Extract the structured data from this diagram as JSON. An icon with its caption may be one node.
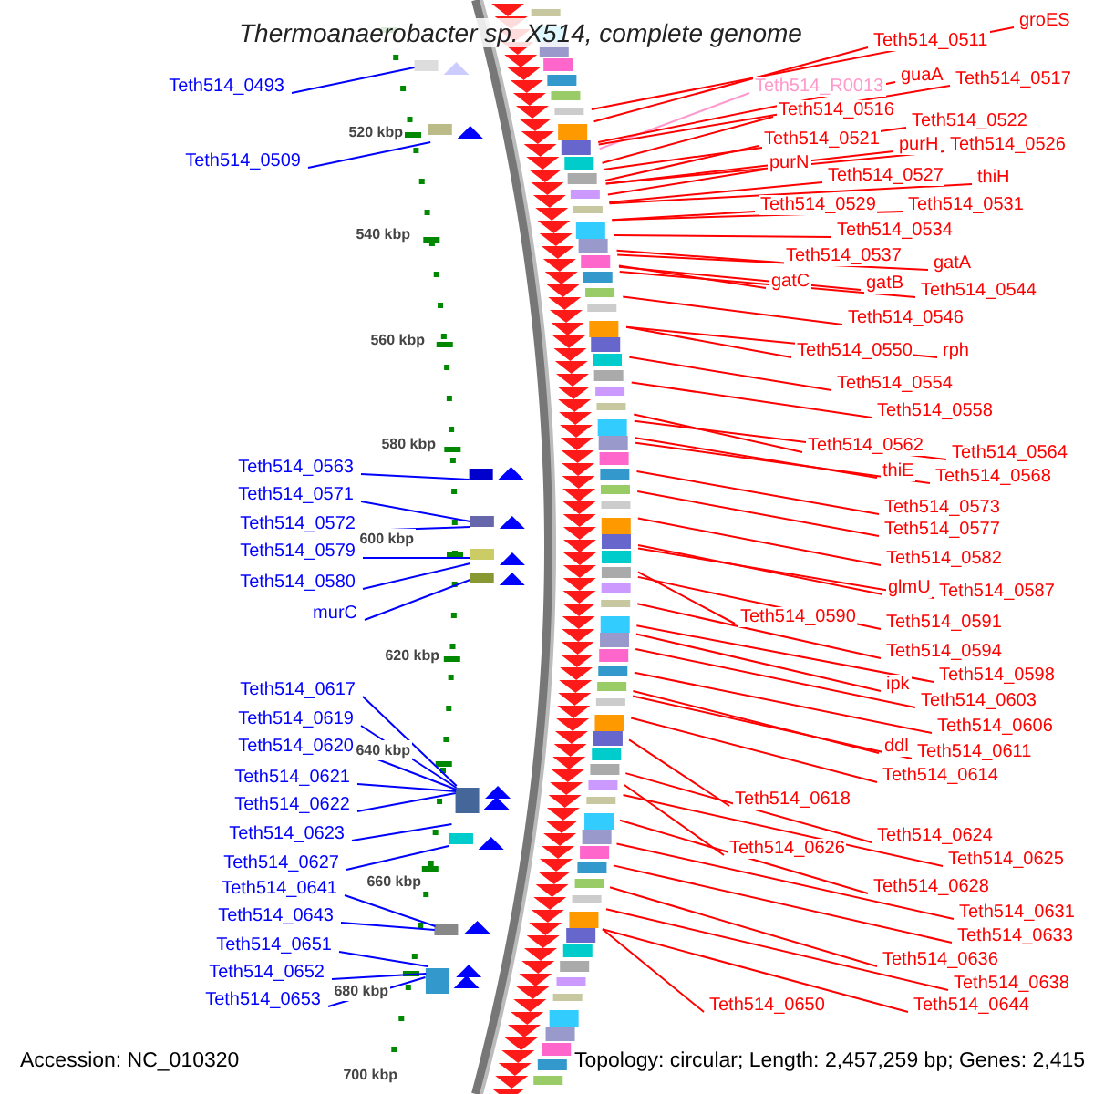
{
  "diagram": {
    "title": "Thermoanaerobacter sp. X514, complete genome",
    "nodes": [
      {
        "text": [
          "Teth514_0493"
        ]
      },
      {
        "text": [
          "Teth514_0509"
        ]
      },
      {
        "text": [
          "Teth514_0563"
        ]
      },
      {
        "text": [
          "Teth514_0571"
        ]
      },
      {
        "text": [
          "Teth514_0572"
        ]
      },
      {
        "text": [
          "Teth514_0579"
        ]
      },
      {
        "text": [
          "Teth514_0580"
        ]
      },
      {
        "text": [
          "murC"
        ]
      },
      {
        "text": [
          "Teth514_0617"
        ]
      },
      {
        "text": [
          "Teth514_0619"
        ]
      },
      {
        "text": [
          "Teth514_0620"
        ]
      },
      {
        "text": [
          "Teth514_0621"
        ]
      },
      {
        "text": [
          "Teth514_0622"
        ]
      },
      {
        "text": [
          "Teth514_0623"
        ]
      },
      {
        "text": [
          "Teth514_0627"
        ]
      },
      {
        "text": [
          "Teth514_0641"
        ]
      },
      {
        "text": [
          "Teth514_0643"
        ]
      },
      {
        "text": [
          "Teth514_0651"
        ]
      },
      {
        "text": [
          "Teth514_0652"
        ]
      },
      {
        "text": [
          "Teth514_0653"
        ]
      },
      {
        "text": [
          "groES"
        ]
      },
      {
        "text": [
          "Teth514_0511"
        ]
      },
      {
        "text": [
          "Teth514_R0013"
        ]
      },
      {
        "text": [
          "guaA"
        ]
      },
      {
        "text": [
          "Teth514_0517"
        ]
      },
      {
        "text": [
          "Teth514_0516"
        ]
      },
      {
        "text": [
          "Teth514_0522"
        ]
      },
      {
        "text": [
          "Teth514_0521"
        ]
      },
      {
        "text": [
          "purH"
        ]
      },
      {
        "text": [
          "Teth514_0526"
        ]
      },
      {
        "text": [
          "purN"
        ]
      },
      {
        "text": [
          "Teth514_0527"
        ]
      },
      {
        "text": [
          "thiH"
        ]
      },
      {
        "text": [
          "Teth514_0529"
        ]
      },
      {
        "text": [
          "Teth514_0531"
        ]
      },
      {
        "text": [
          "Teth514_0534"
        ]
      },
      {
        "text": [
          "Teth514_0537"
        ]
      },
      {
        "text": [
          "gatA"
        ]
      },
      {
        "text": [
          "gatC"
        ]
      },
      {
        "text": [
          "gatB"
        ]
      },
      {
        "text": [
          "Teth514_0544"
        ]
      },
      {
        "text": [
          "Teth514_0546"
        ]
      },
      {
        "text": [
          "Teth514_0550"
        ]
      },
      {
        "text": [
          "rph"
        ]
      },
      {
        "text": [
          "Teth514_0554"
        ]
      },
      {
        "text": [
          "Teth514_0558"
        ]
      },
      {
        "text": [
          "Teth514_0562"
        ]
      },
      {
        "text": [
          "Teth514_0564"
        ]
      },
      {
        "text": [
          "thiE"
        ]
      },
      {
        "text": [
          "Teth514_0568"
        ]
      },
      {
        "text": [
          "Teth514_0573"
        ]
      },
      {
        "text": [
          "Teth514_0577"
        ]
      },
      {
        "text": [
          "Teth514_0582"
        ]
      },
      {
        "text": [
          "glmU"
        ]
      },
      {
        "text": [
          "Teth514_0587"
        ]
      },
      {
        "text": [
          "Teth514_0590"
        ]
      },
      {
        "text": [
          "Teth514_0591"
        ]
      },
      {
        "text": [
          "Teth514_0594"
        ]
      },
      {
        "text": [
          "Teth514_0598"
        ]
      },
      {
        "text": [
          "ipk"
        ]
      },
      {
        "text": [
          "Teth514_0603"
        ]
      },
      {
        "text": [
          "Teth514_0606"
        ]
      },
      {
        "text": [
          "ddl"
        ]
      },
      {
        "text": [
          "Teth514_0611"
        ]
      },
      {
        "text": [
          "Teth514_0614"
        ]
      },
      {
        "text": [
          "Teth514_0618"
        ]
      },
      {
        "text": [
          "Teth514_0624"
        ]
      },
      {
        "text": [
          "Teth514_0626"
        ]
      },
      {
        "text": [
          "Teth514_0625"
        ]
      },
      {
        "text": [
          "Teth514_0628"
        ]
      },
      {
        "text": [
          "Teth514_0631"
        ]
      },
      {
        "text": [
          "Teth514_0633"
        ]
      },
      {
        "text": [
          "Teth514_0636"
        ]
      },
      {
        "text": [
          "Teth514_0638"
        ]
      },
      {
        "text": [
          "Teth514_0650"
        ]
      },
      {
        "text": [
          "Teth514_0644"
        ]
      }
    ],
    "edges": [
      {
        "from": 0,
        "to": null,
        "arrow": "none",
        "color": "#0000ff"
      },
      {
        "from": 1,
        "to": null,
        "arrow": "none",
        "color": "#0000ff"
      },
      {
        "from": 2,
        "to": null,
        "arrow": "none",
        "color": "#0000ff"
      },
      {
        "from": 3,
        "to": null,
        "arrow": "none",
        "color": "#0000ff"
      },
      {
        "from": 4,
        "to": null,
        "arrow": "none",
        "color": "#0000ff"
      },
      {
        "from": 5,
        "to": null,
        "arrow": "none",
        "color": "#0000ff"
      },
      {
        "from": 6,
        "to": null,
        "arrow": "none",
        "color": "#0000ff"
      },
      {
        "from": 7,
        "to": null,
        "arrow": "none",
        "color": "#0000ff"
      },
      {
        "from": 8,
        "to": null,
        "arrow": "none",
        "color": "#0000ff"
      },
      {
        "from": 9,
        "to": null,
        "arrow": "none",
        "color": "#0000ff"
      },
      {
        "from": 10,
        "to": null,
        "arrow": "none",
        "color": "#0000ff"
      },
      {
        "from": 11,
        "to": null,
        "arrow": "none",
        "color": "#0000ff"
      },
      {
        "from": 12,
        "to": null,
        "arrow": "none",
        "color": "#0000ff"
      },
      {
        "from": 13,
        "to": null,
        "arrow": "none",
        "color": "#0000ff"
      },
      {
        "from": 14,
        "to": null,
        "arrow": "none",
        "color": "#0000ff"
      },
      {
        "from": 15,
        "to": null,
        "arrow": "none",
        "color": "#0000ff"
      },
      {
        "from": 16,
        "to": null,
        "arrow": "none",
        "color": "#0000ff"
      },
      {
        "from": 17,
        "to": null,
        "arrow": "none",
        "color": "#0000ff"
      },
      {
        "from": 18,
        "to": null,
        "arrow": "none",
        "color": "#0000ff"
      },
      {
        "from": 19,
        "to": null,
        "arrow": "none",
        "color": "#0000ff"
      },
      {
        "from": 20,
        "to": null,
        "arrow": "none"
      },
      {
        "from": 21,
        "to": null,
        "arrow": "none"
      },
      {
        "from": 22,
        "to": null,
        "arrow": "none",
        "color": "#ff99cc"
      },
      {
        "from": 23,
        "to": null,
        "arrow": "none"
      },
      {
        "from": 24,
        "to": null,
        "arrow": "none"
      },
      {
        "from": 25,
        "to": null,
        "arrow": "none"
      },
      {
        "from": 26,
        "to": null,
        "arrow": "none"
      },
      {
        "from": 27,
        "to": null,
        "arrow": "none"
      },
      {
        "from": 28,
        "to": null,
        "arrow": "none"
      },
      {
        "from": 29,
        "to": null,
        "arrow": "none"
      },
      {
        "from": 30,
        "to": null,
        "arrow": "none"
      },
      {
        "from": 31,
        "to": null,
        "arrow": "none"
      },
      {
        "from": 32,
        "to": null,
        "arrow": "none"
      },
      {
        "from": 33,
        "to": null,
        "arrow": "none"
      },
      {
        "from": 34,
        "to": null,
        "arrow": "none"
      },
      {
        "from": 35,
        "to": null,
        "arrow": "none"
      },
      {
        "from": 36,
        "to": null,
        "arrow": "none"
      },
      {
        "from": 37,
        "to": null,
        "arrow": "none"
      },
      {
        "from": 38,
        "to": null,
        "arrow": "none"
      },
      {
        "from": 39,
        "to": null,
        "arrow": "none"
      },
      {
        "from": 40,
        "to": null,
        "arrow": "none"
      },
      {
        "from": 41,
        "to": null,
        "arrow": "none"
      },
      {
        "from": 42,
        "to": null,
        "arrow": "none"
      },
      {
        "from": 43,
        "to": null,
        "arrow": "none"
      },
      {
        "from": 44,
        "to": null,
        "arrow": "none"
      },
      {
        "from": 45,
        "to": null,
        "arrow": "none"
      },
      {
        "from": 46,
        "to": null,
        "arrow": "none"
      },
      {
        "from": 47,
        "to": null,
        "arrow": "none"
      },
      {
        "from": 48,
        "to": null,
        "arrow": "none"
      },
      {
        "from": 49,
        "to": null,
        "arrow": "none"
      },
      {
        "from": 50,
        "to": null,
        "arrow": "none"
      },
      {
        "from": 51,
        "to": null,
        "arrow": "none"
      },
      {
        "from": 52,
        "to": null,
        "arrow": "none"
      },
      {
        "from": 53,
        "to": null,
        "arrow": "none"
      },
      {
        "from": 54,
        "to": null,
        "arrow": "none"
      },
      {
        "from": 55,
        "to": null,
        "arrow": "none"
      },
      {
        "from": 56,
        "to": null,
        "arrow": "none"
      },
      {
        "from": 57,
        "to": null,
        "arrow": "none"
      },
      {
        "from": 58,
        "to": null,
        "arrow": "none"
      },
      {
        "from": 59,
        "to": null,
        "arrow": "none"
      },
      {
        "from": 60,
        "to": null,
        "arrow": "none"
      },
      {
        "from": 61,
        "to": null,
        "arrow": "none"
      },
      {
        "from": 62,
        "to": null,
        "arrow": "none"
      },
      {
        "from": 63,
        "to": null,
        "arrow": "none"
      },
      {
        "from": 64,
        "to": null,
        "arrow": "none"
      },
      {
        "from": 65,
        "to": null,
        "arrow": "none"
      },
      {
        "from": 66,
        "to": null,
        "arrow": "none"
      },
      {
        "from": 67,
        "to": null,
        "arrow": "none"
      },
      {
        "from": 68,
        "to": null,
        "arrow": "none"
      },
      {
        "from": 69,
        "to": null,
        "arrow": "none"
      },
      {
        "from": 70,
        "to": null,
        "arrow": "none"
      },
      {
        "from": 71,
        "to": null,
        "arrow": "none"
      },
      {
        "from": 72,
        "to": null,
        "arrow": "none"
      },
      {
        "from": 73,
        "to": null,
        "arrow": "none"
      },
      {
        "from": 74,
        "to": null,
        "arrow": "none"
      },
      {
        "from": 75,
        "to": null,
        "arrow": "none"
      }
    ],
    "labels": [
      "520 kbp",
      "540 kbp",
      "560 kbp",
      "580 kbp",
      "600 kbp",
      "620 kbp",
      "640 kbp",
      "660 kbp",
      "680 kbp",
      "700 kbp",
      "Accession: NC_010320",
      "Topology: circular; Length: 2,457,259 bp; Genes: 2,415"
    ]
  }
}
